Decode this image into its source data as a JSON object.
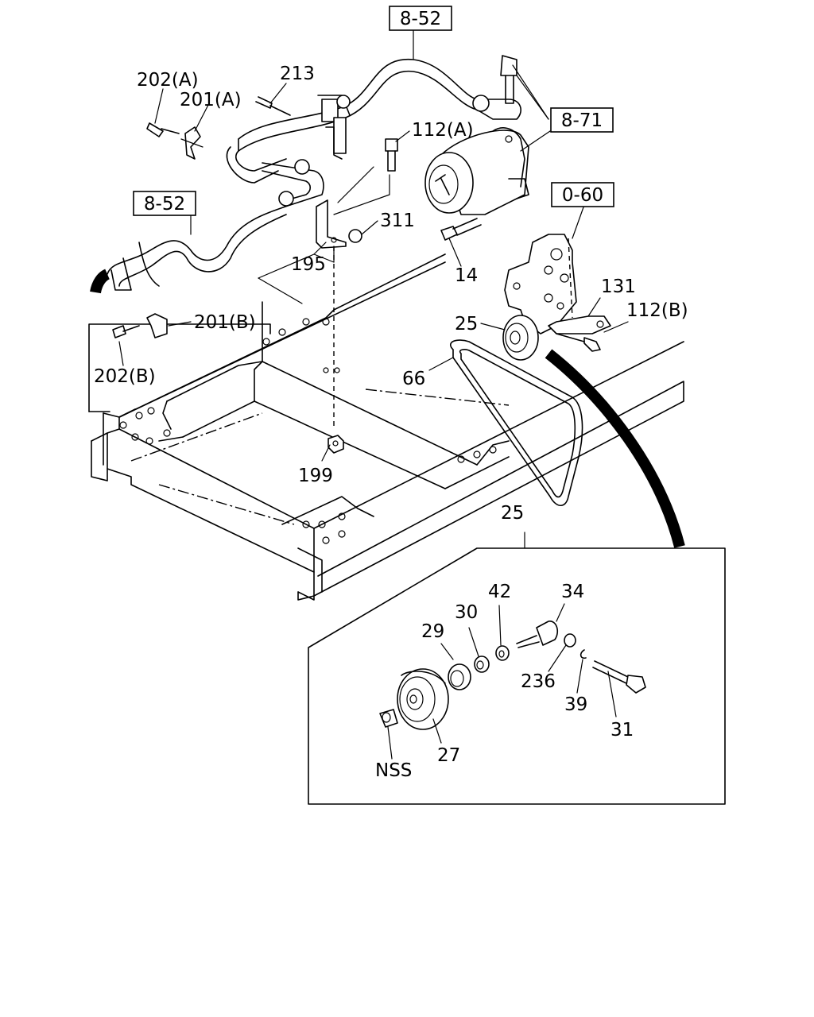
{
  "ref_boxes": {
    "r852_top": "8-52",
    "r871": "8-71",
    "r852_left": "8-52",
    "r060": "0-60"
  },
  "labels": {
    "l202a": "202(A)",
    "l201a": "201(A)",
    "l213": "213",
    "l112a": "112(A)",
    "l311": "311",
    "l195": "195",
    "l14": "14",
    "l131": "131",
    "l112b": "112(B)",
    "l25": "25",
    "l66": "66",
    "l201b": "201(B)",
    "l202b": "202(B)",
    "l199": "199",
    "l25_detail": "25",
    "l42": "42",
    "l34": "34",
    "l30": "30",
    "l29": "29",
    "l236": "236",
    "l39": "39",
    "l31": "31",
    "l27": "27",
    "lnss": "NSS"
  }
}
